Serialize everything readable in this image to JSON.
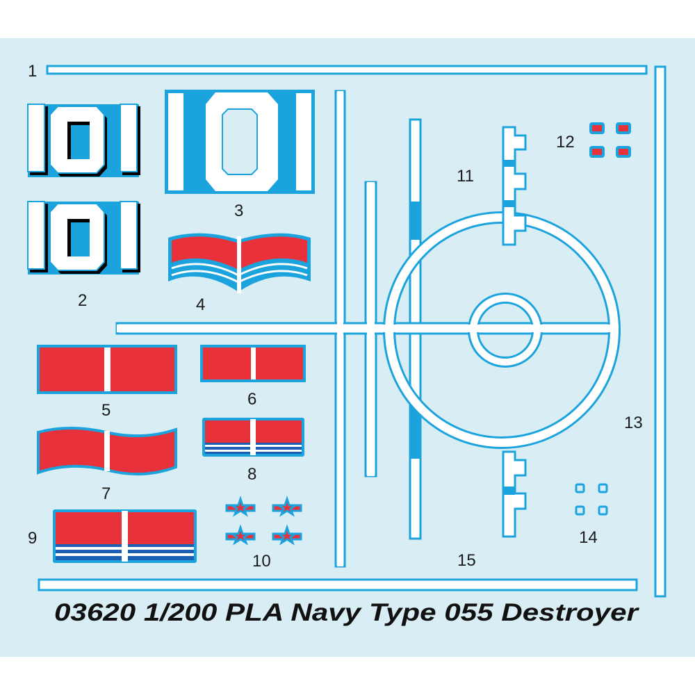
{
  "title": "03620 1/200 PLA Navy Type 055 Destroyer",
  "colors": {
    "sheet": "#d9edf4",
    "blue": "#1ba3de",
    "red": "#e8313a",
    "white": "#ffffff",
    "dark_blue": "#1a5fb4"
  },
  "decals": [
    {
      "number": "1"
    },
    {
      "number": "2"
    },
    {
      "number": "3"
    },
    {
      "number": "4"
    },
    {
      "number": "5"
    },
    {
      "number": "6"
    },
    {
      "number": "7"
    },
    {
      "number": "8"
    },
    {
      "number": "9"
    },
    {
      "number": "10"
    },
    {
      "number": "11"
    },
    {
      "number": "12"
    },
    {
      "number": "13"
    },
    {
      "number": "14"
    },
    {
      "number": "15"
    }
  ]
}
